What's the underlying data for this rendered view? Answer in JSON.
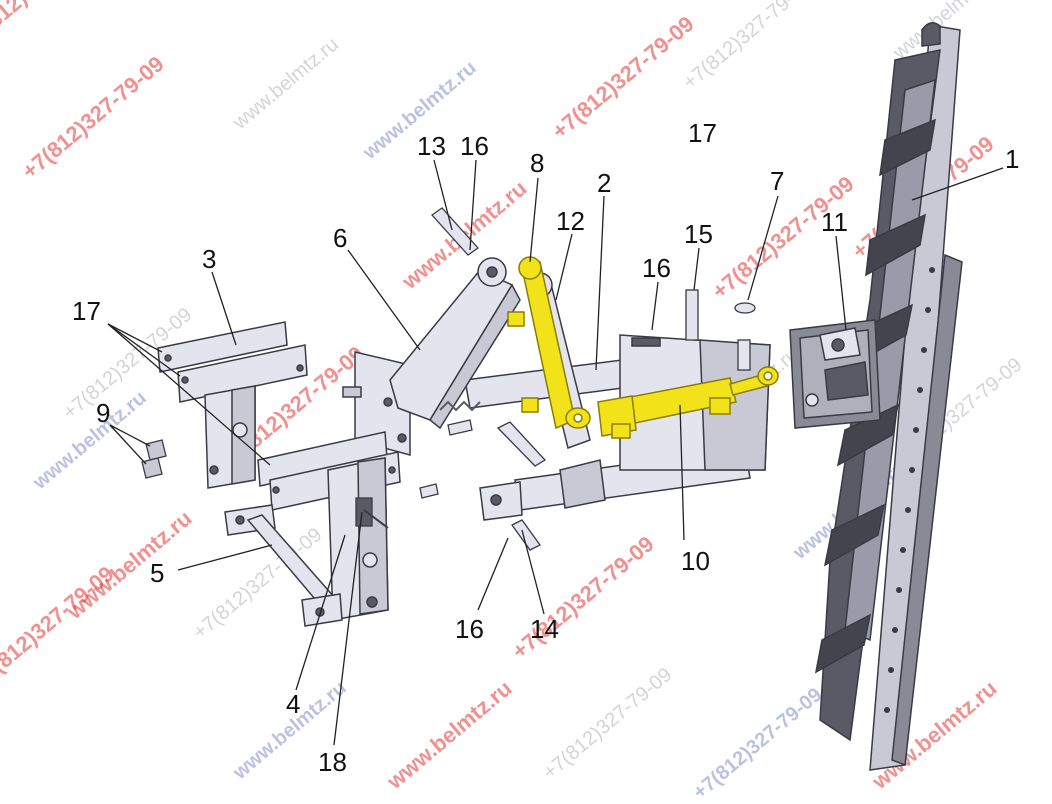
{
  "watermarks": {
    "phone": "+7(812)327-79-09",
    "site": "www.belmtz.ru"
  },
  "callouts": [
    {
      "id": "1",
      "label": "1"
    },
    {
      "id": "2",
      "label": "2"
    },
    {
      "id": "3",
      "label": "3"
    },
    {
      "id": "4",
      "label": "4"
    },
    {
      "id": "5",
      "label": "5"
    },
    {
      "id": "6",
      "label": "6"
    },
    {
      "id": "7",
      "label": "7"
    },
    {
      "id": "8",
      "label": "8"
    },
    {
      "id": "9",
      "label": "9"
    },
    {
      "id": "10",
      "label": "10"
    },
    {
      "id": "11",
      "label": "11"
    },
    {
      "id": "12",
      "label": "12"
    },
    {
      "id": "13",
      "label": "13"
    },
    {
      "id": "14",
      "label": "14"
    },
    {
      "id": "15",
      "label": "15"
    },
    {
      "id": "16a",
      "label": "16"
    },
    {
      "id": "16b",
      "label": "16"
    },
    {
      "id": "16c",
      "label": "16"
    },
    {
      "id": "17a",
      "label": "17"
    },
    {
      "id": "17b",
      "label": "17"
    },
    {
      "id": "18",
      "label": "18"
    }
  ],
  "colors": {
    "metal_light": "#e4e4ee",
    "metal_mid": "#c9c9d6",
    "metal_dark": "#5a5a66",
    "edge": "#3a3a44",
    "hydraulic": "#f2e21a",
    "hydraulic_edge": "#8a7d00"
  }
}
